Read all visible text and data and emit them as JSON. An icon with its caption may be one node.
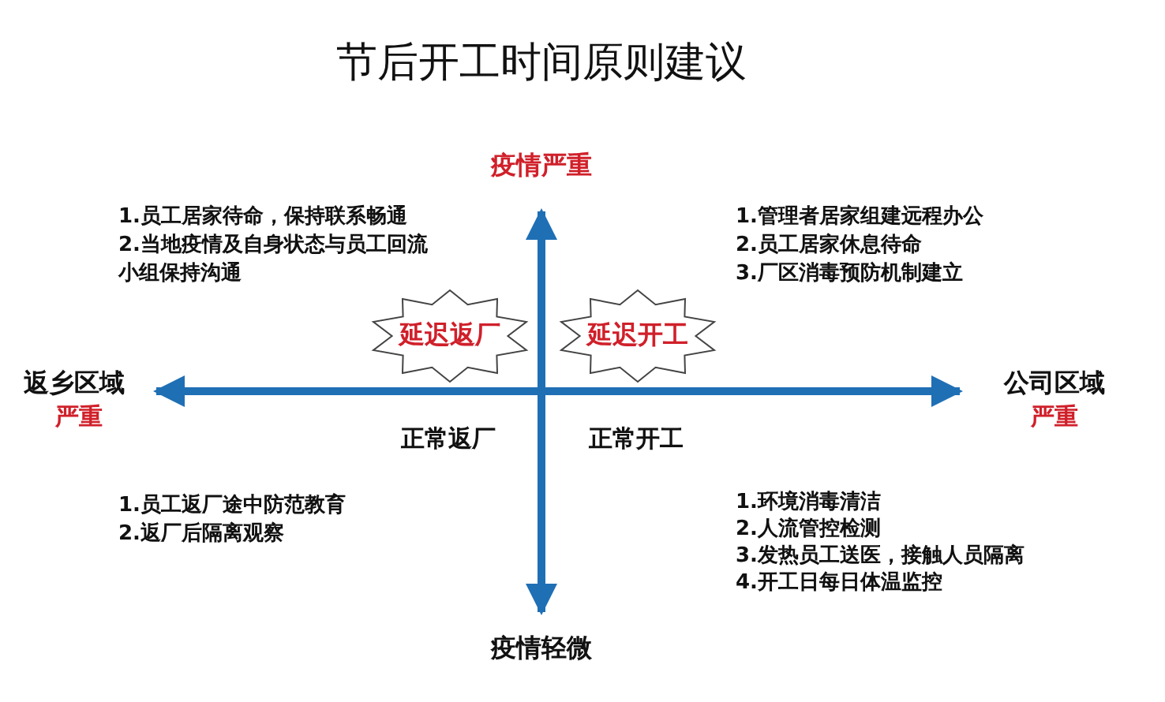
{
  "diagram": {
    "title": "节后开工时间原则建议",
    "nodes": [
      {
        "text": [
          "延迟返厂"
        ]
      },
      {
        "text": [
          "延迟开工"
        ]
      }
    ],
    "labels": [
      "疫情严重",
      "1.员工居家待命，保持联系畅通",
      "2.当地疫情及自身状态与员工回流小组保持沟通",
      "1.管理者居家组建远程办公",
      "2.员工居家休息待命",
      "3.厂区消毒预防机制建立",
      "返乡区域",
      "严重",
      "公司区域",
      "严重",
      "正常返厂",
      "正常开工",
      "1.员工返厂途中防范教育",
      "2.返厂后隔离观察",
      "1.环境消毒清洁",
      "2.人流管控检测",
      "3.发热员工送医，接触人员隔离",
      "4.开工日每日体温监控",
      "疫情轻微"
    ]
  }
}
